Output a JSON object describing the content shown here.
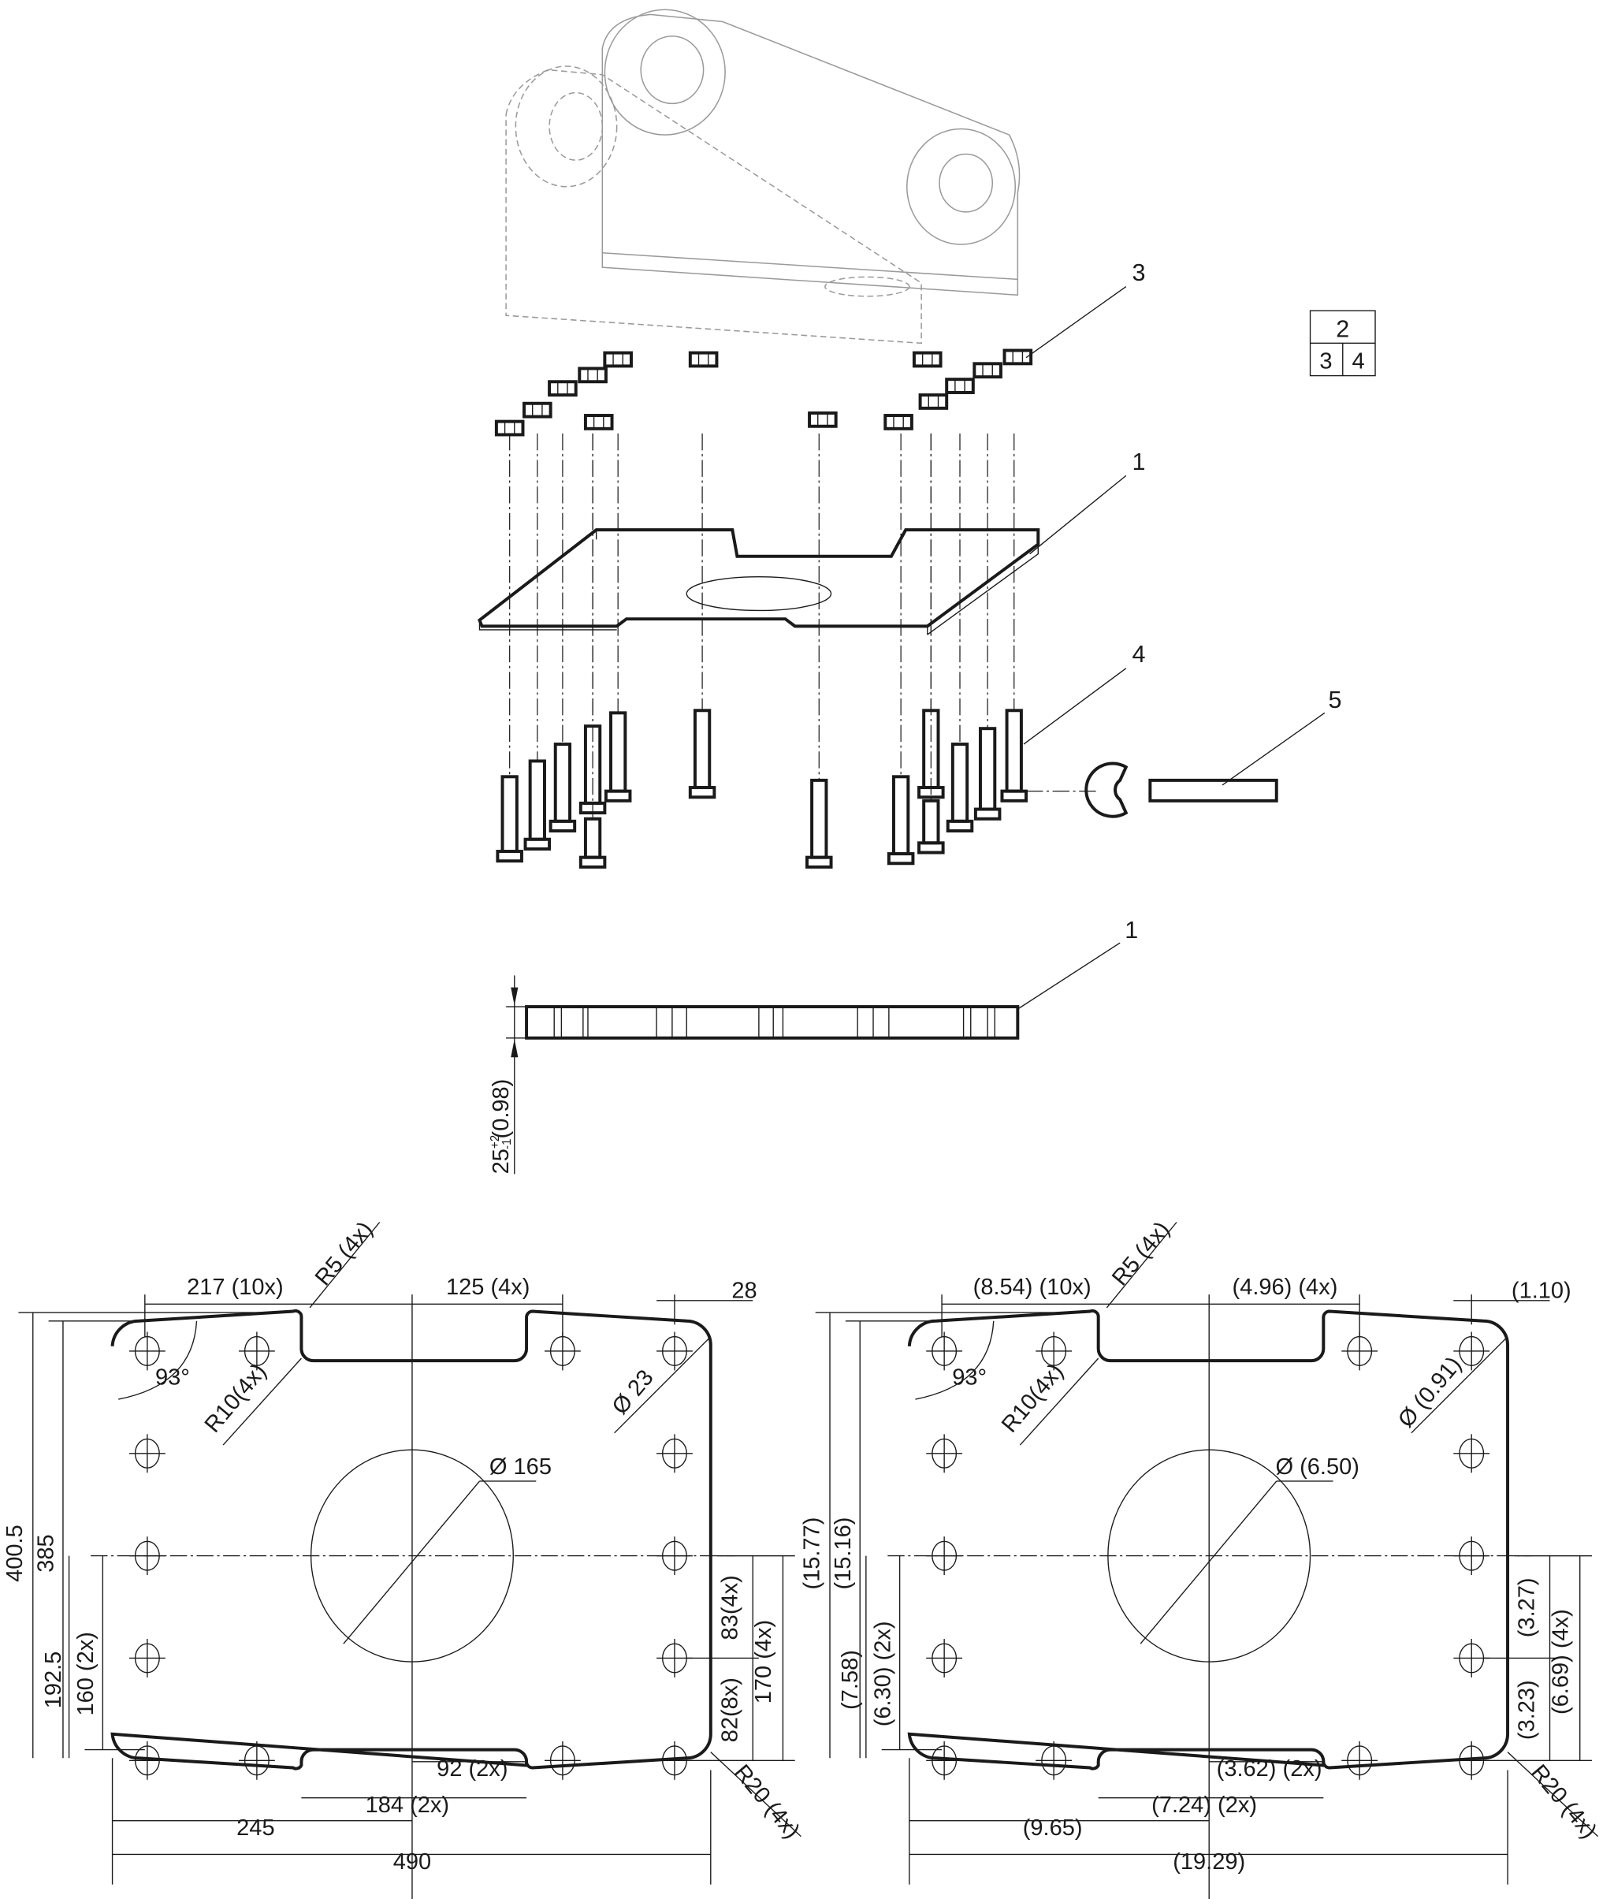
{
  "callouts": {
    "part3": "3",
    "part1": "1",
    "part4": "4",
    "part5": "5",
    "part1_side": "1"
  },
  "parts_table": {
    "top": "2",
    "bottom_left": "3",
    "bottom_right": "4"
  },
  "side_view": {
    "thickness": "25",
    "tol_plus": "+2",
    "tol_minus": "-1",
    "thickness_inch": "(0.98)"
  },
  "metric": {
    "l217": "217 (10x)",
    "r5": "R5 (4x)",
    "l125": "125 (4x)",
    "l28": "28",
    "a93": "93°",
    "r10": "R10(4x)",
    "d23": "Ø 23",
    "d165": "Ø 165",
    "h400": "400.5",
    "h385": "385",
    "h192": "192.5",
    "h160": "160 (2x)",
    "v83": "83(4x)",
    "v82": "82(8x)",
    "v170": "170 (4x)",
    "w92": "92 (2x)",
    "w184": "184 (2x)",
    "w245": "245",
    "w490": "490",
    "r20": "R20 (4x)"
  },
  "imperial": {
    "l217": "(8.54) (10x)",
    "r5": "R5 (4x)",
    "l125": "(4.96) (4x)",
    "l28": "(1.10)",
    "a93": "93°",
    "r10": "R10(4x)",
    "d23": "Ø (0.91)",
    "d165": "Ø (6.50)",
    "h400": "(15.77)",
    "h385": "(15.16)",
    "h192": "(7.58)",
    "h160": "(6.30) (2x)",
    "v83": "(3.27)",
    "v82": "(3.23)",
    "v170": "(6.69) (4x)",
    "w92": "(3.62) (2x)",
    "w184": "(7.24) (2x)",
    "w245": "(9.65)",
    "w490": "(19.29)",
    "r20": "R20 (4x)"
  }
}
